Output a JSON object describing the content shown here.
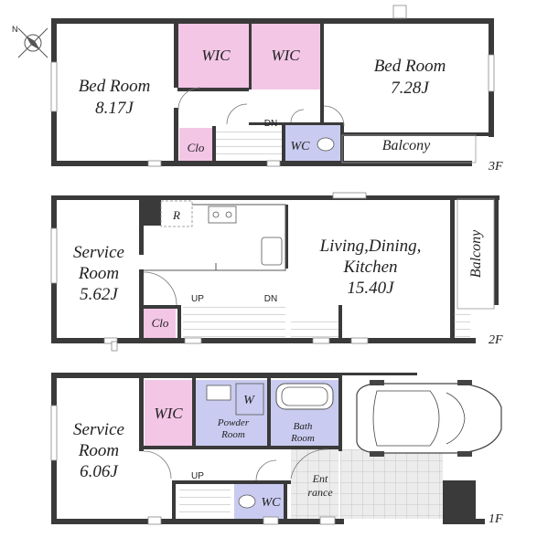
{
  "compass": {
    "label": "N"
  },
  "floors": {
    "f3": {
      "tag": "3F",
      "rooms": {
        "bed_left_name": "Bed Room",
        "bed_left_size": "8.17J",
        "wic1": "WIC",
        "wic2": "WIC",
        "bed_right_name": "Bed Room",
        "bed_right_size": "7.28J",
        "clo": "Clo",
        "wc": "WC",
        "balcony": "Balcony",
        "stair": "DN"
      }
    },
    "f2": {
      "tag": "2F",
      "rooms": {
        "service_name1": "Service",
        "service_name2": "Room",
        "service_size": "5.62J",
        "fridge": "R",
        "ldk_line1": "Living,Dining,",
        "ldk_line2": "Kitchen",
        "ldk_size": "15.40J",
        "balcony": "Balcony",
        "clo": "Clo",
        "stair_up": "UP",
        "stair_dn": "DN"
      }
    },
    "f1": {
      "tag": "1F",
      "rooms": {
        "service_name1": "Service",
        "service_name2": "Room",
        "service_size": "6.06J",
        "wic": "WIC",
        "washer": "W",
        "powder1": "Powder",
        "powder2": "Room",
        "bath1": "Bath",
        "bath2": "Room",
        "entrance1": "Ent",
        "entrance2": "rance",
        "wc": "WC",
        "stair_up": "UP"
      }
    }
  },
  "colors": {
    "wall": "#3a3a3a",
    "closet_pink": "#f3c6e6",
    "wet_blue": "#c9cbf0",
    "tile_gray": "#e4e4e4"
  }
}
